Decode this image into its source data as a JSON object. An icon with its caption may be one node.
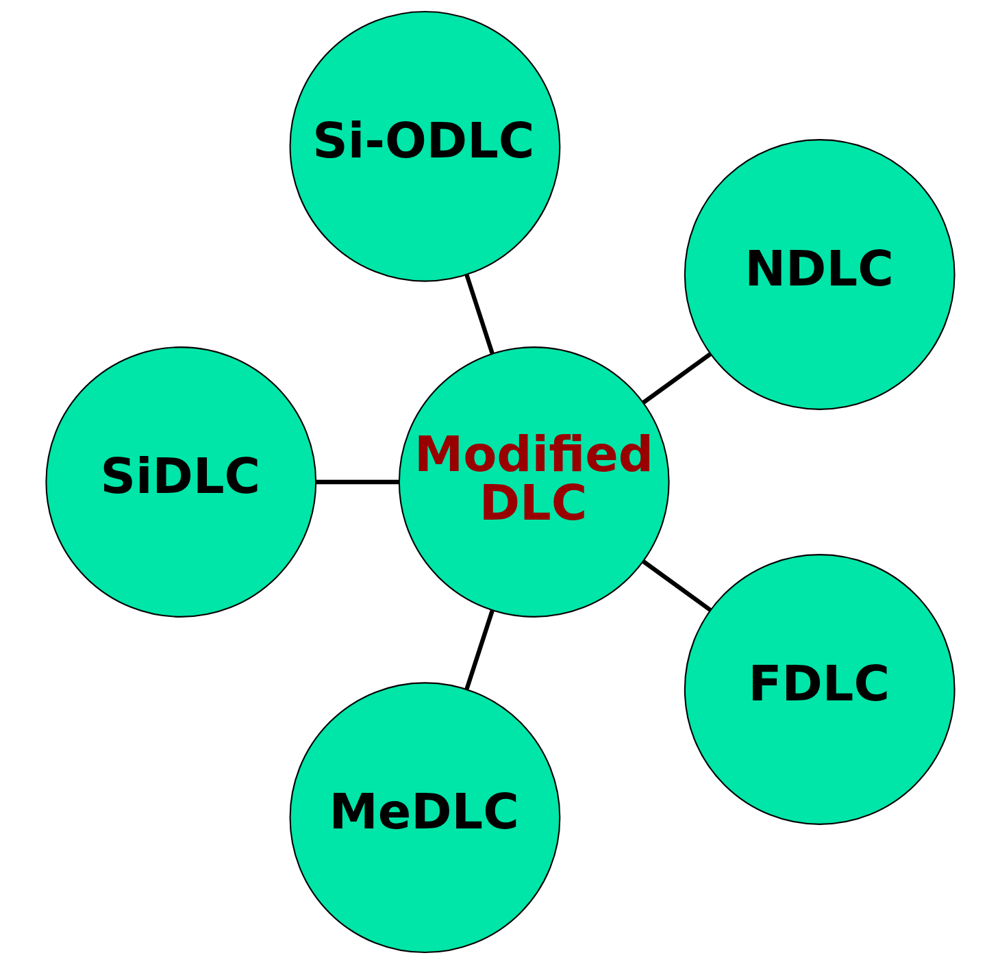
{
  "diagram": {
    "nodes": [
      {
        "text": [
          "NDLC"
        ]
      },
      {
        "text": [
          "Si-ODLC"
        ]
      },
      {
        "text": [
          "SiDLC"
        ]
      },
      {
        "text": [
          "Modified DLC"
        ]
      },
      {
        "text": [
          "MeDLC"
        ]
      },
      {
        "text": [
          "FDLC"
        ]
      }
    ],
    "edges": [
      {
        "from": 3,
        "to": 0,
        "arrow": "none"
      },
      {
        "from": 3,
        "to": 1,
        "arrow": "none"
      },
      {
        "from": 3,
        "to": 2,
        "arrow": "none"
      },
      {
        "from": 3,
        "to": 4,
        "arrow": "none"
      },
      {
        "from": 3,
        "to": 5,
        "arrow": "none"
      }
    ]
  }
}
